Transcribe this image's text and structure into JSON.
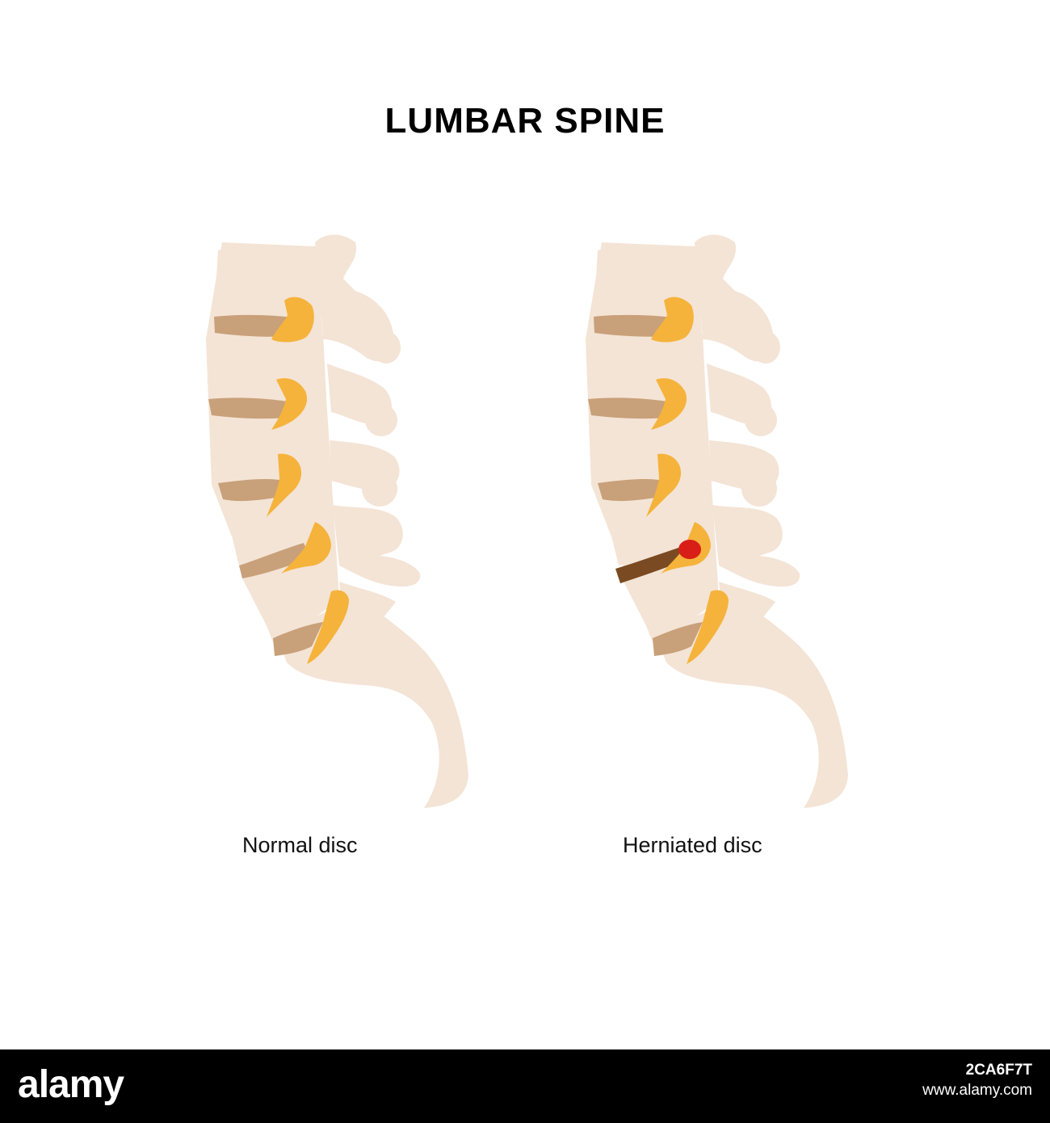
{
  "title": "LUMBAR SPINE",
  "captions": {
    "normal": "Normal disc",
    "herniated": "Herniated disc"
  },
  "colors": {
    "bone": "#f4e4d6",
    "disc": "#c8a079",
    "disc_herniated": "#7a4a22",
    "nerve": "#f5b33c",
    "herniation": "#d91e18",
    "footer": "#000000"
  },
  "watermark": {
    "logo": "alamy",
    "image_id": "2CA6F7T",
    "url": "www.alamy.com"
  }
}
